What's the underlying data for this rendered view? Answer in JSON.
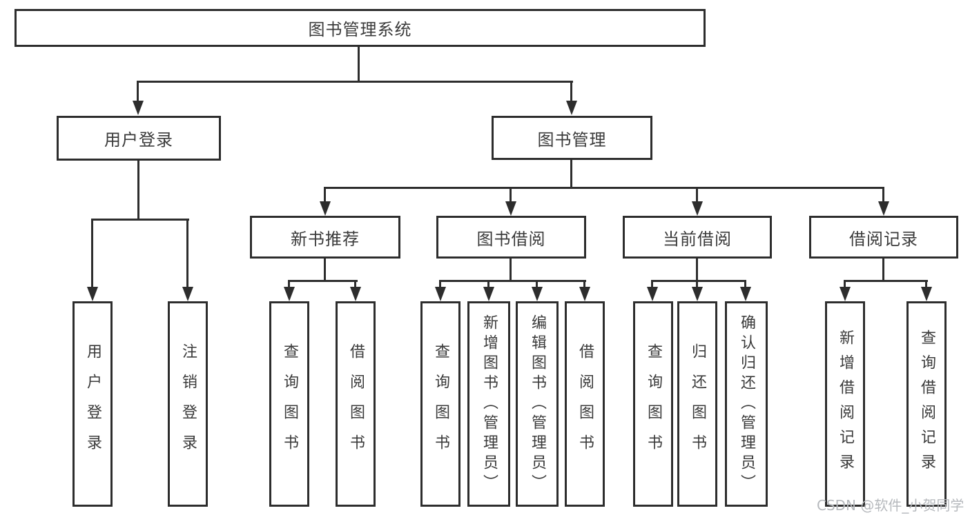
{
  "diagram": {
    "root": {
      "label": "图书管理系统"
    },
    "level1": [
      {
        "label": "用户登录"
      },
      {
        "label": "图书管理"
      }
    ],
    "level2": [
      {
        "label": "新书推荐"
      },
      {
        "label": "图书借阅"
      },
      {
        "label": "当前借阅"
      },
      {
        "label": "借阅记录"
      }
    ],
    "leaves": {
      "user_login": [
        {
          "label": "用户登录"
        },
        {
          "label": "注销登录"
        }
      ],
      "new_book_recommend": [
        {
          "label": "查询图书"
        },
        {
          "label": "借阅图书"
        }
      ],
      "book_borrow": [
        {
          "label": "查询图书"
        },
        {
          "label": "新增图书（管理员）"
        },
        {
          "label": "编辑图书（管理员）"
        },
        {
          "label": "借阅图书"
        }
      ],
      "current_borrow": [
        {
          "label": "查询图书"
        },
        {
          "label": "归还图书"
        },
        {
          "label": "确认归还（管理员）"
        }
      ],
      "borrow_record": [
        {
          "label": "新增借阅记录"
        },
        {
          "label": "查询借阅记录"
        }
      ]
    }
  },
  "watermark": {
    "text": "CSDN @软件_小贺同学"
  },
  "colors": {
    "line": "#2d2d2d",
    "text": "#3a3a3a",
    "watermark": "#b6b9bd",
    "background": "#ffffff"
  }
}
